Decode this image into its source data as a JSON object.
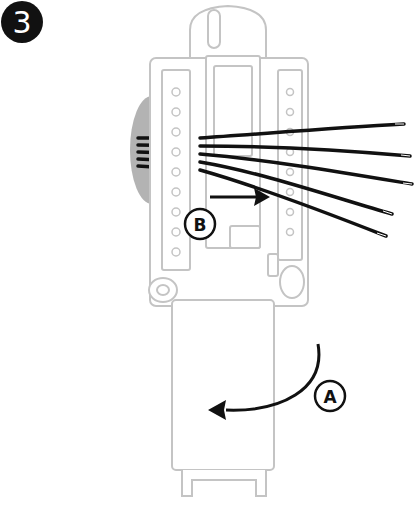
{
  "diagram": {
    "labels": [
      "3",
      "B",
      "A"
    ]
  }
}
